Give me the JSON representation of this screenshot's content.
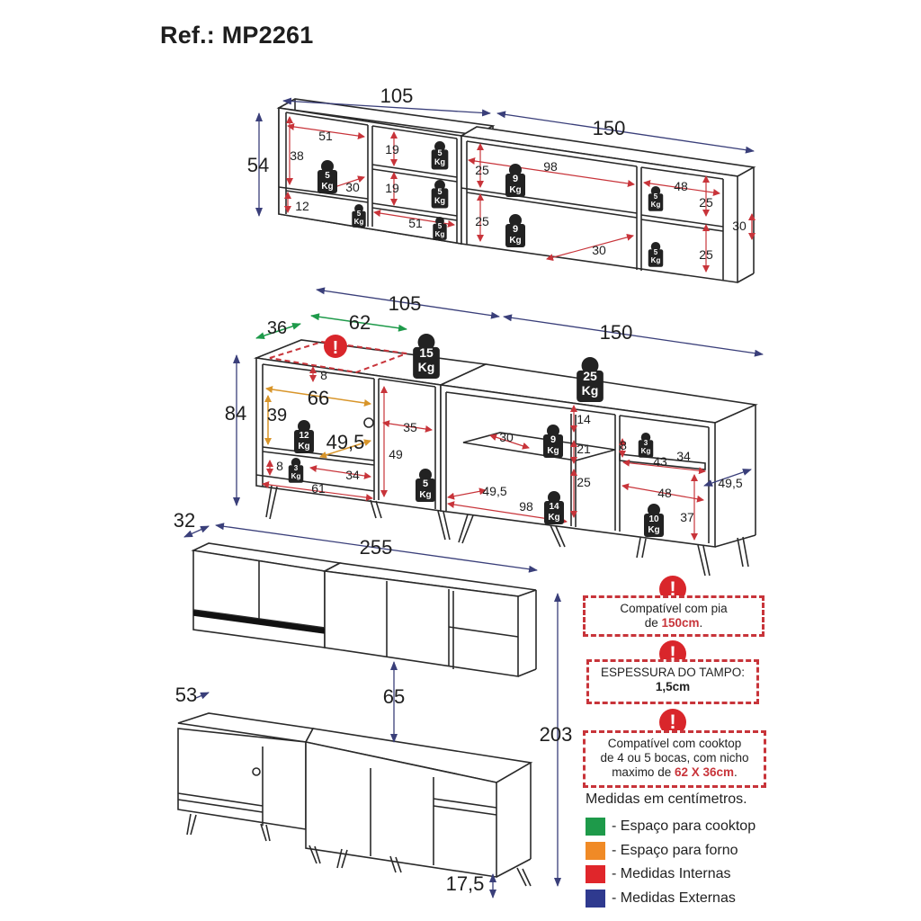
{
  "title": "Ref.: MP2261",
  "dimensions": {
    "upper_105": "105",
    "upper_150": "150",
    "upper_54": "54",
    "u_51a": "51",
    "u_38": "38",
    "u_19a": "19",
    "u_19b": "19",
    "u_30a": "30",
    "u_12": "12",
    "u_51b": "51",
    "u_25a": "25",
    "u_98": "98",
    "u_25b": "25",
    "u_30b": "30",
    "u_48": "48",
    "u_25c": "25",
    "u_25d": "25",
    "u_30c": "30",
    "lower_105": "105",
    "lower_150": "150",
    "lower_36": "36",
    "lower_62": "62",
    "lower_84": "84",
    "l_8a": "8",
    "l_66": "66",
    "l_39": "39",
    "l_49_5a": "49,5",
    "l_8b": "8",
    "l_34a": "34",
    "l_61": "61",
    "l_35": "35",
    "l_49": "49",
    "l_14": "14",
    "l_30": "30",
    "l_21": "21",
    "l_25": "25",
    "l_49_5b": "49,5",
    "l_98": "98",
    "l_8c": "8",
    "l_43": "43",
    "l_34b": "34",
    "l_49_5c": "49,5",
    "l_48": "48",
    "l_37": "37",
    "all_32": "32",
    "all_255": "255",
    "all_65": "65",
    "all_53": "53",
    "all_203": "203",
    "all_17_5": "17,5"
  },
  "weights": {
    "kg": "Kg",
    "w5": "5",
    "w9": "9",
    "w15": "15",
    "w25": "25",
    "w12": "12",
    "w3": "3",
    "w14": "14",
    "w10": "10"
  },
  "notes": {
    "sink_line1": "Compatível com pia",
    "sink_prefix": "de ",
    "sink_value": "150cm",
    "sink_suffix": ".",
    "top_line1": "ESPESSURA DO TAMPO:",
    "top_value": "1,5cm",
    "cooktop_line1": "Compatível com cooktop",
    "cooktop_line2": "de 4 ou 5 bocas, com nicho",
    "cooktop_prefix": "maximo de ",
    "cooktop_value": "62 X 36cm",
    "cooktop_suffix": ".",
    "warn_symbol": "!"
  },
  "legend": {
    "heading": "Medidas em centímetros.",
    "items": [
      {
        "label": "- Espaço para cooktop",
        "color": "#1e9a4a"
      },
      {
        "label": "- Espaço para forno",
        "color": "#f08a26"
      },
      {
        "label": "- Medidas Internas",
        "color": "#e0262b"
      },
      {
        "label": "- Medidas Externas",
        "color": "#2f3a8f"
      }
    ]
  },
  "colors": {
    "internal": "#c8343a",
    "external": "#3a3f7a",
    "cooktop": "#1e9a4a",
    "oven": "#d8952a",
    "line": "#2a2a2a"
  }
}
